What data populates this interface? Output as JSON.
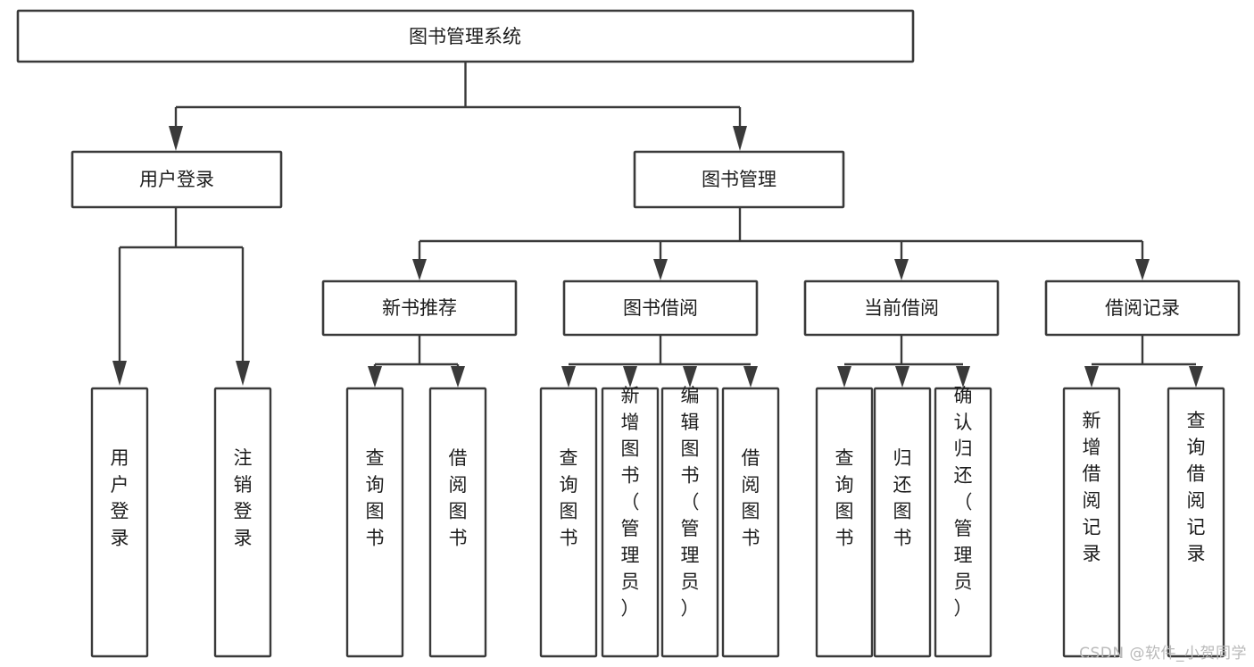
{
  "diagram": {
    "type": "tree",
    "title": "图书管理系统",
    "watermark": "CSDN @软件_小贺同学",
    "colors": {
      "stroke": "#3a3a3a",
      "fill": "#ffffff",
      "text": "#1d1d1d",
      "watermark": "#b9b9b9"
    },
    "root": {
      "label": "图书管理系统"
    },
    "level2": [
      {
        "label": "用户登录"
      },
      {
        "label": "图书管理"
      }
    ],
    "level3": [
      {
        "label": "新书推荐"
      },
      {
        "label": "图书借阅"
      },
      {
        "label": "当前借阅"
      },
      {
        "label": "借阅记录"
      }
    ],
    "leaves": {
      "user_login": [
        {
          "label": "用户登录"
        },
        {
          "label": "注销登录"
        }
      ],
      "new_book_recommend": [
        {
          "label": "查询图书"
        },
        {
          "label": "借阅图书"
        }
      ],
      "book_borrow": [
        {
          "label": "查询图书"
        },
        {
          "label": "新增图书（管理员）"
        },
        {
          "label": "编辑图书（管理员）"
        },
        {
          "label": "借阅图书"
        }
      ],
      "current_borrow": [
        {
          "label": "查询图书"
        },
        {
          "label": "归还图书"
        },
        {
          "label": "确认归还（管理员）"
        }
      ],
      "borrow_records": [
        {
          "label": "新增借阅记录"
        },
        {
          "label": "查询借阅记录"
        }
      ]
    }
  }
}
